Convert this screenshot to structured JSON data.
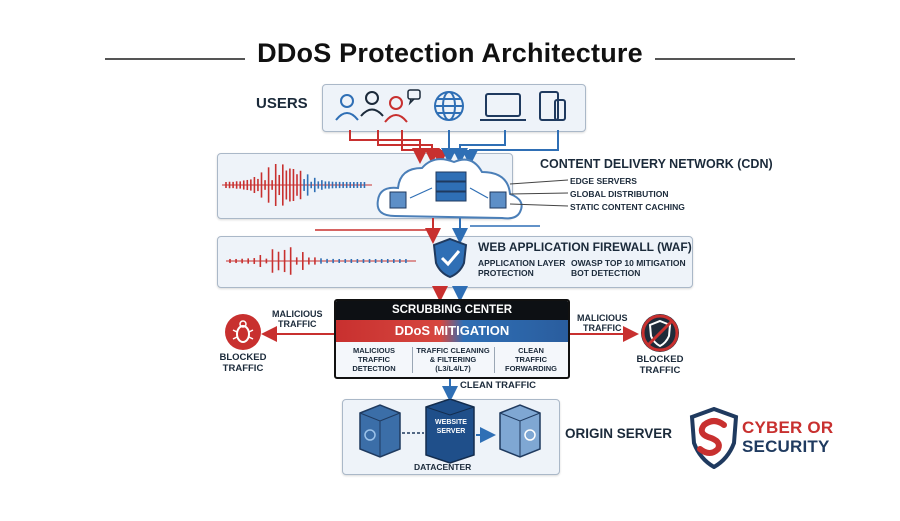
{
  "title": "DDoS Protection Architecture",
  "users": {
    "label": "USERS"
  },
  "cdn": {
    "label": "CONTENT DELIVERY NETWORK (CDN)",
    "items": [
      "EDGE SERVERS",
      "GLOBAL DISTRIBUTION",
      "STATIC CONTENT CACHING"
    ]
  },
  "waf": {
    "label": "WEB APPLICATION FIREWALL (WAF)",
    "left_items": [
      "APPLICATION LAYER",
      "PROTECTION"
    ],
    "right_items": [
      "OWASP TOP 10 MITIGATION",
      "BOT DETECTION"
    ]
  },
  "scrubbing": {
    "header": "SCRUBBING CENTER",
    "band": "DDoS MITIGATION",
    "columns": [
      [
        "MALICIOUS",
        "TRAFFIC",
        "DETECTION"
      ],
      [
        "TRAFFIC CLEANING",
        "& FILTERING",
        "(L3/L4/L7)"
      ],
      [
        "CLEAN",
        "TRAFFIC",
        "FORWARDING"
      ]
    ]
  },
  "left_block": {
    "arrow_label": [
      "MALICIOUS",
      "TRAFFIC"
    ],
    "result": [
      "BLOCKED",
      "TRAFFIC"
    ]
  },
  "right_block": {
    "arrow_label": [
      "MALICIOUS",
      "TRAFFIC"
    ],
    "result": [
      "BLOCKED",
      "TRAFFIC"
    ]
  },
  "clean_traffic": "CLEAN TRAFFIC",
  "origin": {
    "label": "ORIGIN SERVER",
    "center_server": [
      "WEBSITE",
      "SERVER"
    ],
    "footer": "DATACENTER"
  },
  "logo": {
    "line1": "CYBER OR",
    "line2": "SECURITY"
  },
  "colors": {
    "red": "#c8302f",
    "blue": "#2f6fb5",
    "navy": "#1f3a5f"
  }
}
